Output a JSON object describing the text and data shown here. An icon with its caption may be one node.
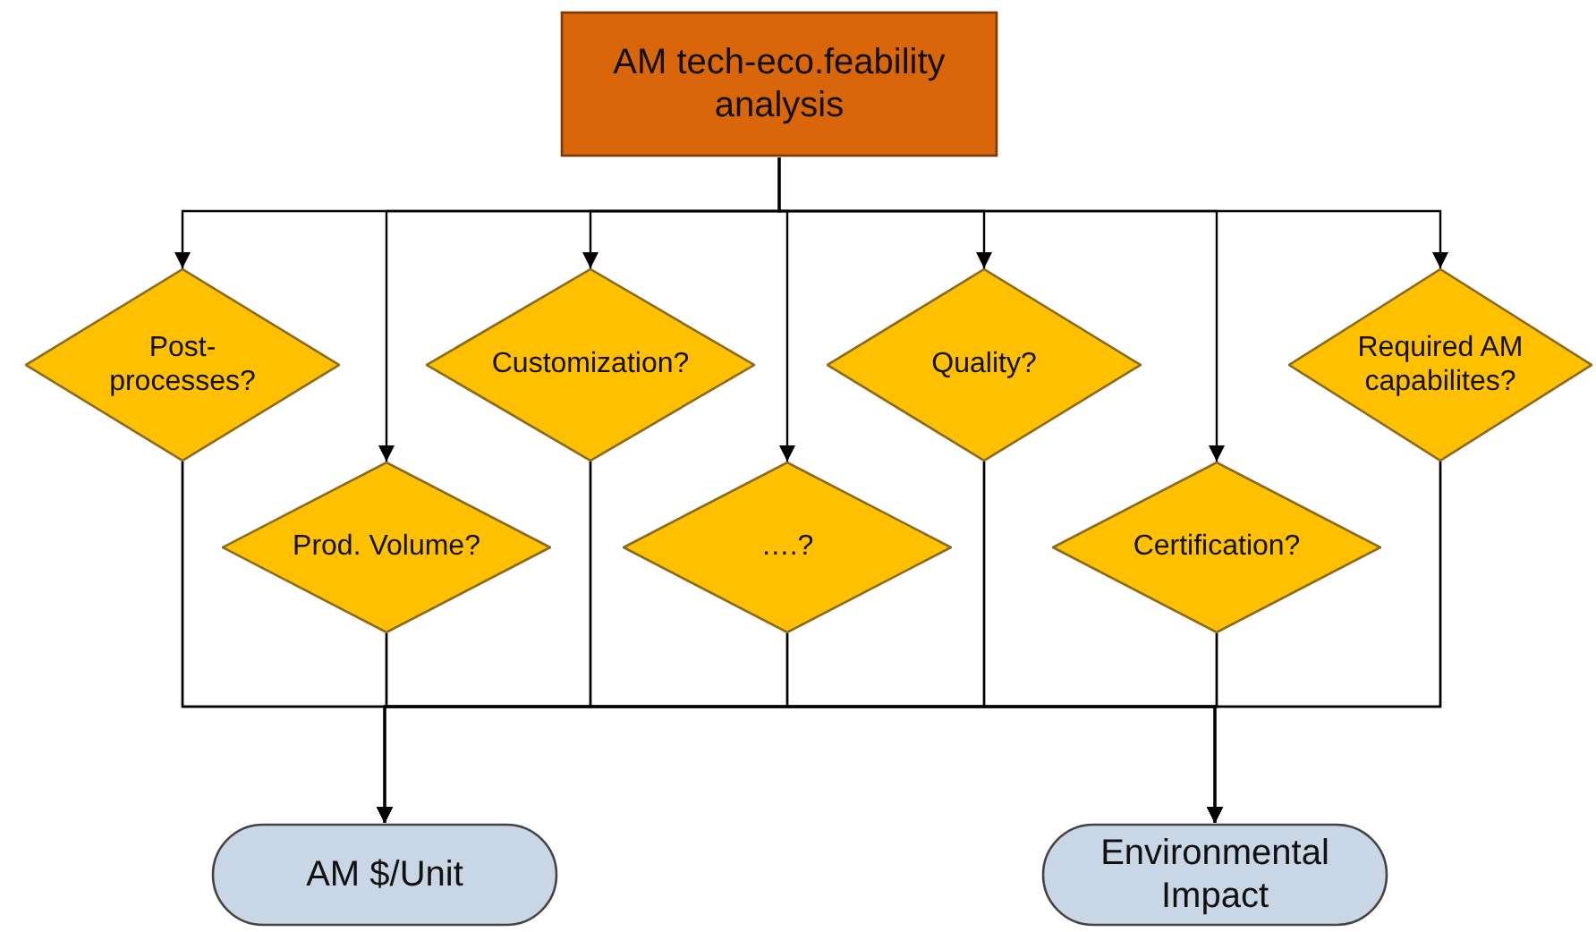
{
  "diagram": {
    "nodes": [
      {
        "text": [
          "AM tech-eco.feability analysis"
        ]
      },
      {
        "text": [
          "Post-processes?"
        ]
      },
      {
        "text": [
          "Prod. Volume?"
        ]
      },
      {
        "text": [
          "Customization?"
        ]
      },
      {
        "text": [
          "….?"
        ]
      },
      {
        "text": [
          "Quality?"
        ]
      },
      {
        "text": [
          "Certification?"
        ]
      },
      {
        "text": [
          "Required AM capabilites?"
        ]
      },
      {
        "text": [
          "AM $/Unit"
        ]
      },
      {
        "text": [
          "Environmental Impact"
        ]
      }
    ],
    "edges": [
      {
        "from": 0,
        "to": 1,
        "arrow": "to"
      },
      {
        "from": 0,
        "to": 2,
        "arrow": "to"
      },
      {
        "from": 0,
        "to": 3,
        "arrow": "to"
      },
      {
        "from": 0,
        "to": 4,
        "arrow": "to"
      },
      {
        "from": 0,
        "to": 5,
        "arrow": "to"
      },
      {
        "from": 0,
        "to": 6,
        "arrow": "to"
      },
      {
        "from": 0,
        "to": 7,
        "arrow": "to"
      },
      {
        "from": 1,
        "to": 8,
        "arrow": "to"
      },
      {
        "from": 2,
        "to": 8,
        "arrow": "to"
      },
      {
        "from": 3,
        "to": 8,
        "arrow": "to"
      },
      {
        "from": 4,
        "to": 8,
        "arrow": "to"
      },
      {
        "from": 5,
        "to": 8,
        "arrow": "to"
      },
      {
        "from": 6,
        "to": 8,
        "arrow": "to"
      },
      {
        "from": 7,
        "to": 8,
        "arrow": "to"
      },
      {
        "from": 1,
        "to": 9,
        "arrow": "to"
      },
      {
        "from": 2,
        "to": 9,
        "arrow": "to"
      },
      {
        "from": 3,
        "to": 9,
        "arrow": "to"
      },
      {
        "from": 4,
        "to": 9,
        "arrow": "to"
      },
      {
        "from": 5,
        "to": 9,
        "arrow": "to"
      },
      {
        "from": 6,
        "to": 9,
        "arrow": "to"
      },
      {
        "from": 7,
        "to": 9,
        "arrow": "to"
      }
    ]
  }
}
